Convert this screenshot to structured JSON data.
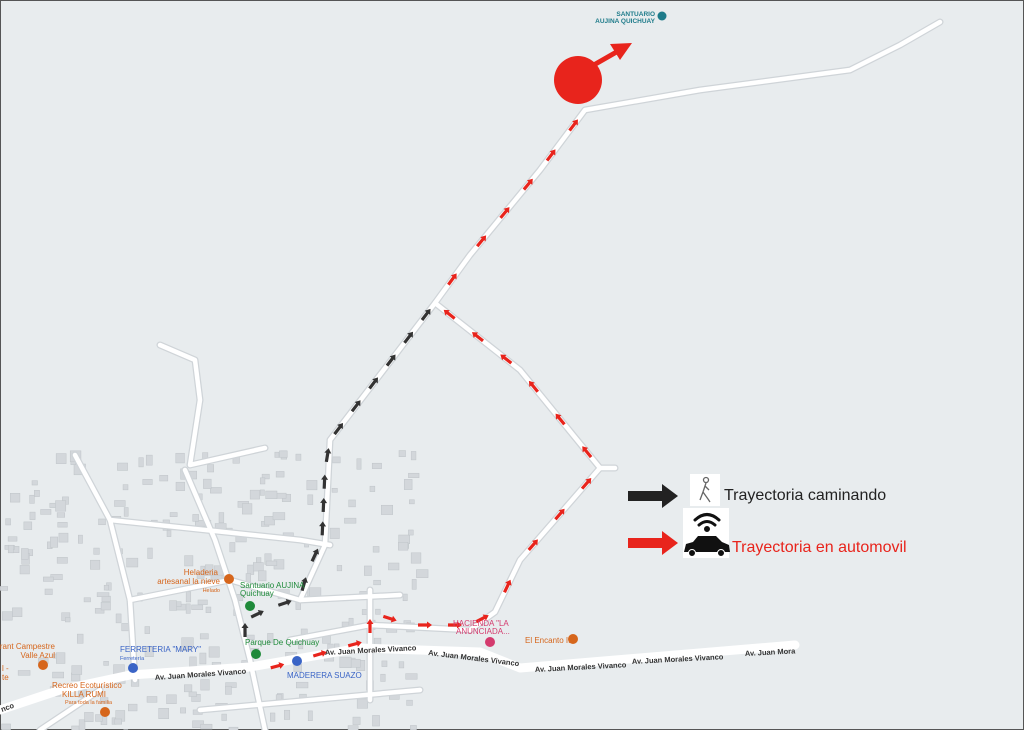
{
  "colors": {
    "map_bg": "#e8ecee",
    "road": "#ffffff",
    "road_edge": "#cfd4d8",
    "building": "#d3d7db",
    "walk": "#333333",
    "car": "#e8241c",
    "teal": "#1e7b8a",
    "green": "#1f8a3a",
    "orange": "#d6661c",
    "blue": "#3a64c6",
    "pink": "#d43b6e"
  },
  "places": {
    "santuario_top": [
      "SANTUARIO",
      "AUJINA QUICHUAY"
    ],
    "heladeria": [
      "Heladeria",
      "artesanal la nieve",
      "Helado"
    ],
    "santuario": [
      "Santuario AUJINA",
      "Quichuay"
    ],
    "parque": "Parque De Quichuay",
    "ferreteria": [
      "FERRETERIA \"MARY\"",
      "Ferretería"
    ],
    "maderera": "MADERERA SUAZO",
    "restaurant": [
      "rant Campestre",
      "Valle Azul"
    ],
    "recreo": [
      "Recreo Ecoturístico",
      "KILLA RUMI",
      "Para toda la familia"
    ],
    "hacienda": [
      "HACIENDA \"LA",
      "ANUNCIADA..."
    ],
    "encanto": "El Encanto II",
    "edge_left": [
      "l -",
      "te"
    ]
  },
  "roads": {
    "av1": "Av. Juan Morales Vivanco",
    "av2": "Av. Juan Morales Vivanco",
    "av3": "Av. Juan Morales Vivanco",
    "av4": "Av. Juan Morales Vivanco",
    "av5": "Av. Juan Morales Vivanco",
    "av6": "Av. Juan Mora",
    "av_edge": "nco"
  },
  "legend": {
    "walk_icon": "walking-person-icon",
    "walk_label": "Trayectoria caminando",
    "car_icon": "car-icon",
    "car_label": "Trayectoria en automovil"
  }
}
